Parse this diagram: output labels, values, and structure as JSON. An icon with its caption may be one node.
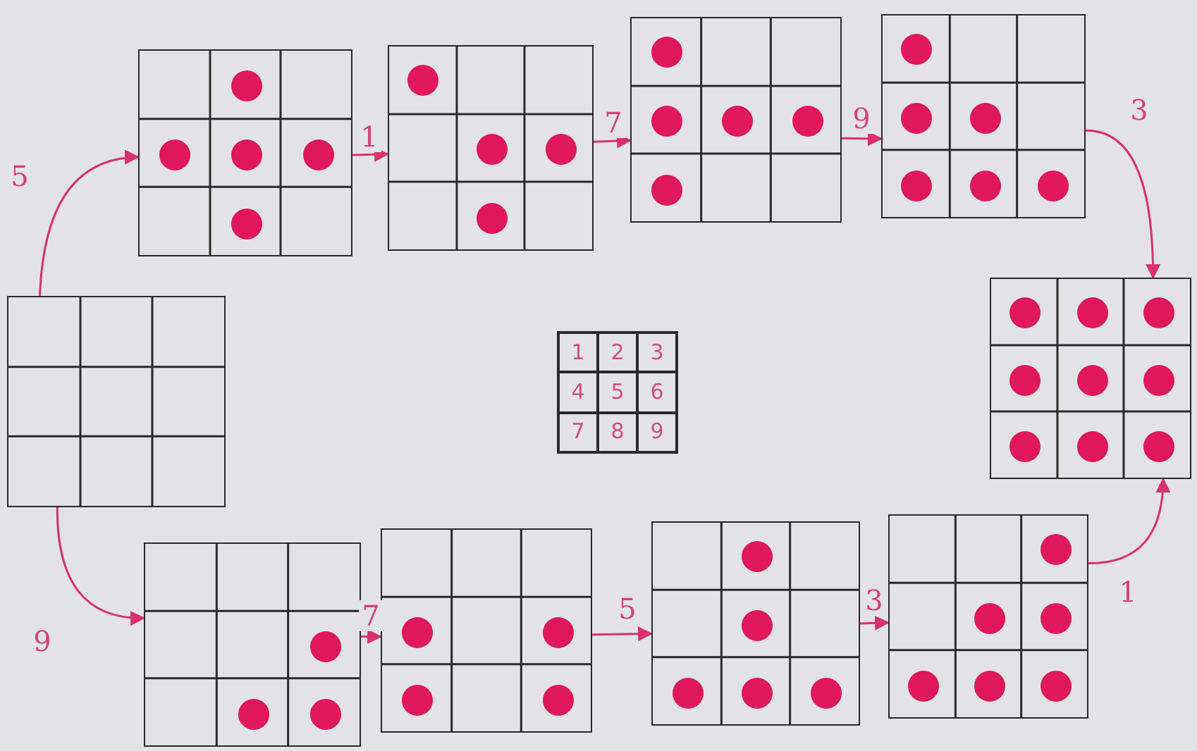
{
  "diagram": {
    "nodes": [
      {
        "text": [],
        "shape": "grid"
      },
      {
        "text": [],
        "shape": "circle",
        "in": 0
      },
      {
        "text": [],
        "shape": "circle",
        "in": 0
      },
      {
        "text": [],
        "shape": "circle",
        "in": 0
      },
      {
        "text": [],
        "shape": "circle",
        "in": 0
      },
      {
        "text": [],
        "shape": "circle",
        "in": 0
      },
      {
        "text": [],
        "shape": "grid"
      },
      {
        "text": [],
        "shape": "circle",
        "in": 6
      },
      {
        "text": [],
        "shape": "circle",
        "in": 6
      },
      {
        "text": [],
        "shape": "circle",
        "in": 6
      },
      {
        "text": [],
        "shape": "circle",
        "in": 6
      },
      {
        "text": [],
        "shape": "grid"
      },
      {
        "text": [],
        "shape": "circle",
        "in": 11
      },
      {
        "text": [],
        "shape": "circle",
        "in": 11
      },
      {
        "text": [],
        "shape": "circle",
        "in": 11
      },
      {
        "text": [],
        "shape": "circle",
        "in": 11
      },
      {
        "text": [],
        "shape": "circle",
        "in": 11
      },
      {
        "text": [],
        "shape": "grid"
      },
      {
        "text": [],
        "shape": "circle",
        "in": 17
      },
      {
        "text": [],
        "shape": "circle",
        "in": 17
      },
      {
        "text": [],
        "shape": "circle",
        "in": 17
      },
      {
        "text": [],
        "shape": "circle",
        "in": 17
      },
      {
        "text": [],
        "shape": "circle",
        "in": 17
      },
      {
        "text": [],
        "shape": "circle",
        "in": 17
      },
      {
        "text": [],
        "shape": "grid"
      },
      {
        "text": [
          "1",
          "2",
          "3",
          "4",
          "5",
          "6",
          "7",
          "8",
          "9"
        ]
      },
      {
        "text": [],
        "shape": "grid"
      },
      {
        "text": [],
        "shape": "circle",
        "in": 26
      },
      {
        "text": [],
        "shape": "circle",
        "in": 26
      },
      {
        "text": [],
        "shape": "circle",
        "in": 26
      },
      {
        "text": [],
        "shape": "circle",
        "in": 26
      },
      {
        "text": [],
        "shape": "circle",
        "in": 26
      },
      {
        "text": [],
        "shape": "circle",
        "in": 26
      },
      {
        "text": [],
        "shape": "circle",
        "in": 26
      },
      {
        "text": [],
        "shape": "circle",
        "in": 26
      },
      {
        "text": [],
        "shape": "circle",
        "in": 26
      },
      {
        "text": [],
        "shape": "grid"
      },
      {
        "text": [],
        "shape": "circle",
        "in": 36
      },
      {
        "text": [],
        "shape": "circle",
        "in": 36
      },
      {
        "text": [],
        "shape": "circle",
        "in": 36
      },
      {
        "text": [],
        "shape": "grid"
      },
      {
        "text": [],
        "shape": "circle",
        "in": 40
      },
      {
        "text": [],
        "shape": "circle",
        "in": 40
      },
      {
        "text": [],
        "shape": "circle",
        "in": 40
      },
      {
        "text": [],
        "shape": "circle",
        "in": 40
      },
      {
        "text": [],
        "shape": "grid"
      },
      {
        "text": [],
        "shape": "circle",
        "in": 45
      },
      {
        "text": [],
        "shape": "circle",
        "in": 45
      },
      {
        "text": [],
        "shape": "circle",
        "in": 45
      },
      {
        "text": [],
        "shape": "circle",
        "in": 45
      },
      {
        "text": [],
        "shape": "circle",
        "in": 45
      },
      {
        "text": [],
        "shape": "grid"
      },
      {
        "text": [],
        "shape": "circle",
        "in": 51
      },
      {
        "text": [],
        "shape": "circle",
        "in": 51
      },
      {
        "text": [],
        "shape": "circle",
        "in": 51
      },
      {
        "text": [],
        "shape": "circle",
        "in": 51
      },
      {
        "text": [],
        "shape": "circle",
        "in": 51
      },
      {
        "text": [],
        "shape": "circle",
        "in": 51
      }
    ],
    "edges": [
      {
        "from": 24,
        "to": 0,
        "arrow": "to",
        "label": "5"
      },
      {
        "from": 0,
        "to": 6,
        "arrow": "to",
        "label": "1"
      },
      {
        "from": 6,
        "to": 11,
        "arrow": "to",
        "label": "7"
      },
      {
        "from": 11,
        "to": 17,
        "arrow": "to",
        "label": "9"
      },
      {
        "from": 17,
        "to": 26,
        "arrow": "to",
        "label": "3"
      },
      {
        "from": 24,
        "to": 36,
        "arrow": "to",
        "label": "9"
      },
      {
        "from": 36,
        "to": 40,
        "arrow": "to",
        "label": "7"
      },
      {
        "from": 40,
        "to": 45,
        "arrow": "to",
        "label": "5"
      },
      {
        "from": 45,
        "to": 51,
        "arrow": "to",
        "label": "3"
      },
      {
        "from": 51,
        "to": 26,
        "arrow": "to",
        "label": "1"
      }
    ]
  }
}
